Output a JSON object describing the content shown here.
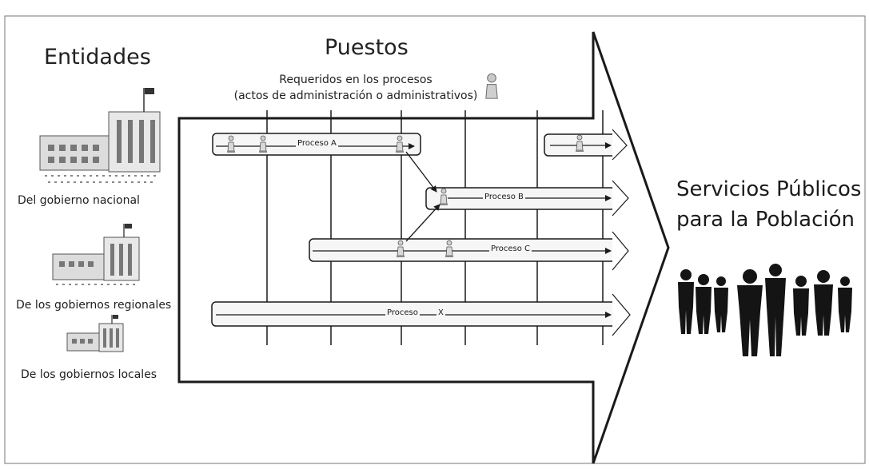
{
  "headings": {
    "entidades": "Entidades",
    "puestos": "Puestos",
    "puestos_sub_1": "Requeridos en los procesos",
    "puestos_sub_2": "(actos de administración o administrativos)"
  },
  "entities": [
    {
      "label": "Del gobierno nacional"
    },
    {
      "label": "De los gobiernos regionales"
    },
    {
      "label": "De los gobiernos locales"
    }
  ],
  "processes": [
    {
      "label": "Proceso A"
    },
    {
      "label": "Proceso B"
    },
    {
      "label": "Proceso C"
    },
    {
      "label": "Proceso",
      "suffix": "X"
    }
  ],
  "outcome": {
    "line1": "Servicios Públicos",
    "line2": "para la Población"
  },
  "colors": {
    "ink": "#1a1a1a",
    "bar_fill": "#f6f6f6",
    "people": "#141414",
    "building": "#cfcfcf"
  },
  "icons": [
    "person-icon",
    "building-icon",
    "flag-icon",
    "crowd-icon",
    "arrow-icon"
  ]
}
